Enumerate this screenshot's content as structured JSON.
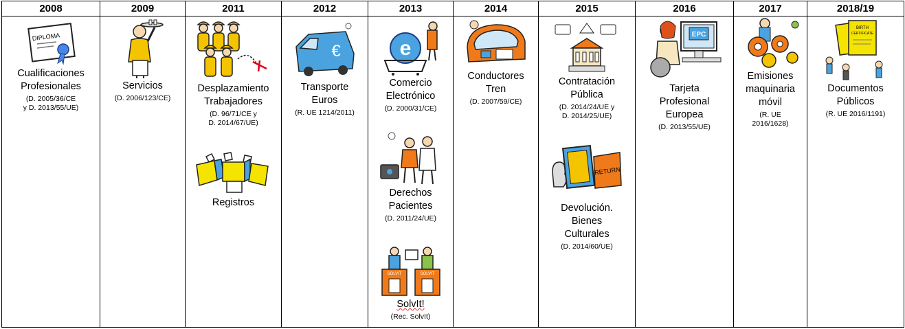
{
  "columns": [
    {
      "year": "2008",
      "items": [
        {
          "icon": "diploma-icon",
          "name": [
            "Cualificaciones",
            "Profesionales"
          ],
          "ref": [
            "(D. 2005/36/CE",
            "y D. 2013/55/UE)"
          ]
        }
      ]
    },
    {
      "year": "2009",
      "items": [
        {
          "icon": "waiter-icon",
          "name": [
            "Servicios"
          ],
          "ref": [
            "(D. 2006/123/CE)"
          ]
        }
      ]
    },
    {
      "year": "2011",
      "items": [
        {
          "icon": "workers-icon",
          "name": [
            "Desplazamiento",
            "Trabajadores"
          ],
          "ref": [
            "(D. 96/71/CE y",
            "D. 2014/67/UE)"
          ]
        },
        {
          "icon": "file-drawers-icon",
          "name": [
            "Registros"
          ],
          "ref": []
        }
      ]
    },
    {
      "year": "2012",
      "items": [
        {
          "icon": "euro-van-icon",
          "name": [
            "Transporte",
            "Euros"
          ],
          "ref": [
            "(R. UE 1214/2011)"
          ]
        }
      ]
    },
    {
      "year": "2013",
      "items": [
        {
          "icon": "ecommerce-icon",
          "name": [
            "Comercio",
            "Electrónico"
          ],
          "ref": [
            "(D. 2000/31/CE)"
          ]
        },
        {
          "icon": "patient-doctor-icon",
          "name": [
            "Derechos",
            "Pacientes"
          ],
          "ref": [
            "(D. 2011/24/UE)"
          ]
        },
        {
          "icon": "solvit-desk-icon",
          "name": [
            "SolvIt!"
          ],
          "ref": [
            "(Rec. SolvIt)"
          ]
        }
      ]
    },
    {
      "year": "2014",
      "items": [
        {
          "icon": "train-icon",
          "name": [
            "Conductores",
            "Tren"
          ],
          "ref": [
            "(D. 2007/59/CE)"
          ]
        }
      ]
    },
    {
      "year": "2015",
      "items": [
        {
          "icon": "public-building-icon",
          "name": [
            "Contratación",
            "Pública"
          ],
          "ref": [
            "(D.  2014/24/UE y",
            "D. 2014/25/UE)"
          ]
        },
        {
          "icon": "cultural-goods-icon",
          "name": [
            "Devolución.",
            "Bienes",
            "Culturales"
          ],
          "ref": [
            "(D. 2014/60/UE)"
          ]
        }
      ]
    },
    {
      "year": "2016",
      "items": [
        {
          "icon": "epc-computer-icon",
          "name": [
            "Tarjeta",
            "Profesional",
            "Europea"
          ],
          "ref": [
            "(D. 2013/55/UE)"
          ]
        }
      ]
    },
    {
      "year": "2017",
      "items": [
        {
          "icon": "machinery-icon",
          "name": [
            "Emisiones",
            "maquinaria",
            "móvil"
          ],
          "ref": [
            "(R. UE",
            "2016/1628)"
          ]
        }
      ]
    },
    {
      "year": "2018/19",
      "items": [
        {
          "icon": "public-documents-icon",
          "name": [
            "Documentos",
            "Públicos"
          ],
          "ref": [
            "(R. UE 2016/1191)"
          ]
        }
      ]
    }
  ],
  "labels": {
    "diploma": "DIPLOMA",
    "solvit": "SOLVIT",
    "epc": "EPC",
    "return": "RETURN",
    "birth": "BIRTH",
    "certificate": "CERTIFICATE"
  }
}
